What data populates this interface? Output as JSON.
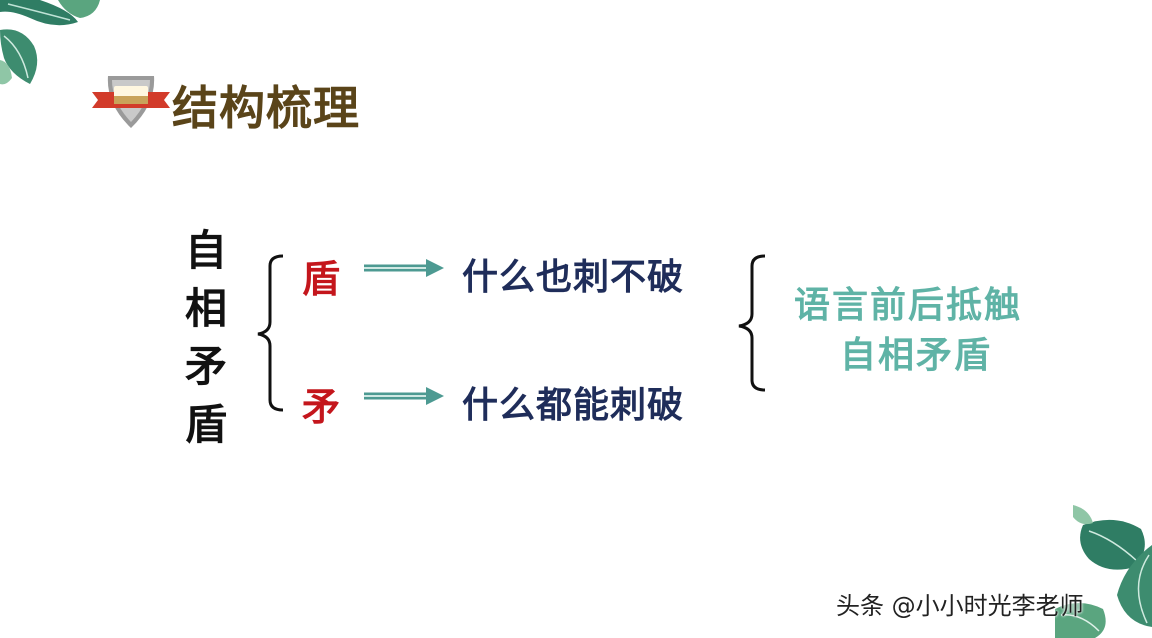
{
  "title": "结构梳理",
  "subject_chars": [
    "自",
    "相",
    "矛",
    "盾"
  ],
  "shield": {
    "char": "盾",
    "claim": "什么也刺不破"
  },
  "spear": {
    "char": "矛",
    "claim": "什么都能刺破"
  },
  "conclusion": {
    "line1": "语言前后抵触",
    "line2": "自相矛盾"
  },
  "watermark": "头条 @小小时光李老师",
  "colors": {
    "title": "#5a4419",
    "char_red": "#c4161c",
    "claim_navy": "#1f2d5a",
    "conclusion_teal": "#5fb3a6",
    "arrow_teal": "#4d9a92",
    "leaf_green": "#2f7d64"
  }
}
